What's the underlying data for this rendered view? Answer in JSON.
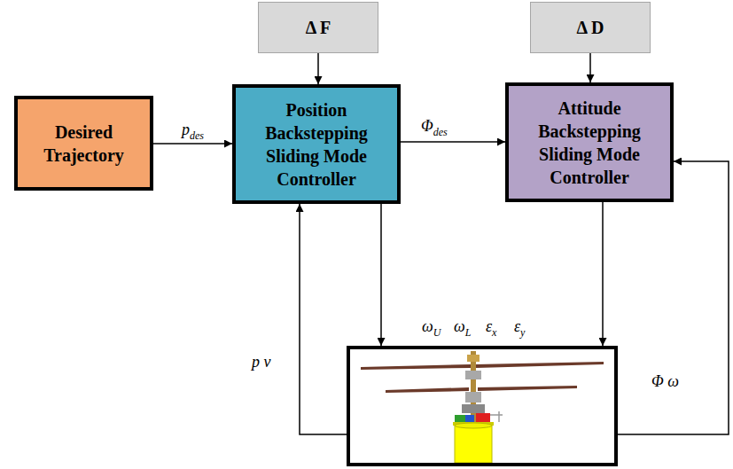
{
  "diagram": {
    "nodes": [
      {
        "text": [
          "Desired Trajectory"
        ]
      },
      {
        "text": [
          "Δ F"
        ]
      },
      {
        "text": [
          "Position Backstepping Sliding Mode Controller"
        ]
      },
      {
        "text": [
          "Δ D"
        ]
      },
      {
        "text": [
          "Attitude Backstepping Sliding Mode Controller"
        ]
      },
      {
        "text": []
      }
    ],
    "edges": [
      {
        "from": 0,
        "to": 2,
        "arrow": "to",
        "label": "pdes"
      },
      {
        "from": 1,
        "to": 2,
        "arrow": "to"
      },
      {
        "from": 2,
        "to": 4,
        "arrow": "to",
        "label": "Φdes"
      },
      {
        "from": 3,
        "to": 4,
        "arrow": "to"
      },
      {
        "from": 2,
        "to": 5,
        "arrow": "to"
      },
      {
        "from": 4,
        "to": 5,
        "arrow": "to"
      },
      {
        "from": 5,
        "to": 2,
        "arrow": "to",
        "label": "p v"
      },
      {
        "from": 5,
        "to": 4,
        "arrow": "to",
        "label": "Φ ω"
      }
    ],
    "labels": [
      "ωU",
      "ωL",
      "εx",
      "εy"
    ]
  }
}
